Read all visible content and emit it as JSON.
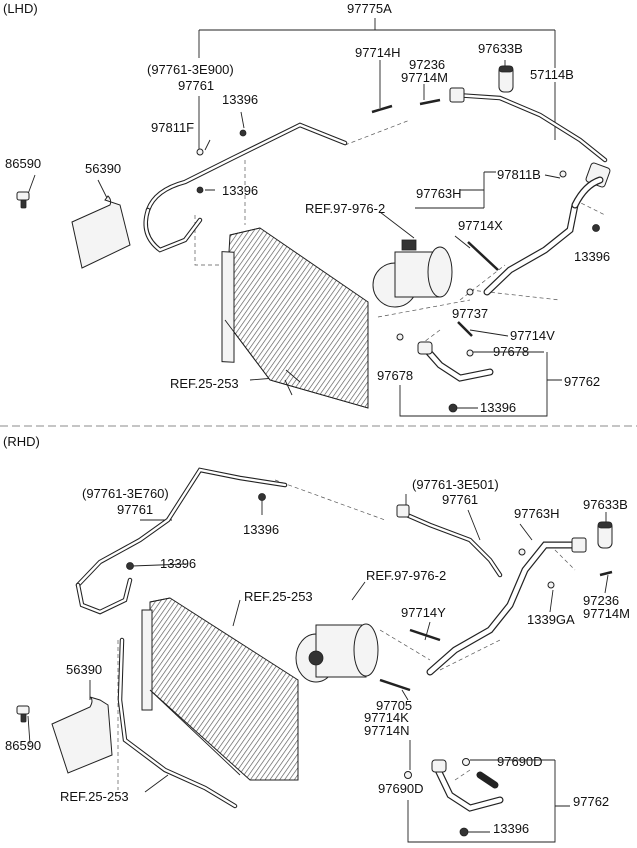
{
  "sections": {
    "lhd": "(LHD)",
    "rhd": "(RHD)"
  },
  "lhd_labels": {
    "p97775A": "97775A",
    "p97714H": "97714H",
    "p97633B": "97633B",
    "p97236": "97236",
    "p97714M": "97714M",
    "p57114B": "57114B",
    "p97761_3E900": "(97761-3E900)",
    "p97761": "97761",
    "p13396_a": "13396",
    "p97811F": "97811F",
    "p86590": "86590",
    "p56390": "56390",
    "p13396_b": "13396",
    "p97763H": "97763H",
    "p97811B": "97811B",
    "ref97976": "REF.97-976-2",
    "p97714X": "97714X",
    "p13396_c": "13396",
    "p97737": "97737",
    "p97714V": "97714V",
    "p97678_a": "97678",
    "ref25253": "REF.25-253",
    "p97678_b": "97678",
    "p97762": "97762",
    "p13396_d": "13396"
  },
  "rhd_labels": {
    "p97761_3E760": "(97761-3E760)",
    "p97761_a": "97761",
    "p13396_a": "13396",
    "p97761_3E501": "(97761-3E501)",
    "p97761_b": "97761",
    "p97763H": "97763H",
    "p97633B": "97633B",
    "p13396_b": "13396",
    "ref97976": "REF.97-976-2",
    "ref25253_a": "REF.25-253",
    "p1339GA": "1339GA",
    "p97236": "97236",
    "p97714M": "97714M",
    "p97714Y": "97714Y",
    "p56390": "56390",
    "p97705": "97705",
    "p97714K": "97714K",
    "p97714N": "97714N",
    "p86590": "86590",
    "p97690D_a": "97690D",
    "p97690D_b": "97690D",
    "ref25253_b": "REF.25-253",
    "p97762": "97762",
    "p13396_c": "13396"
  }
}
